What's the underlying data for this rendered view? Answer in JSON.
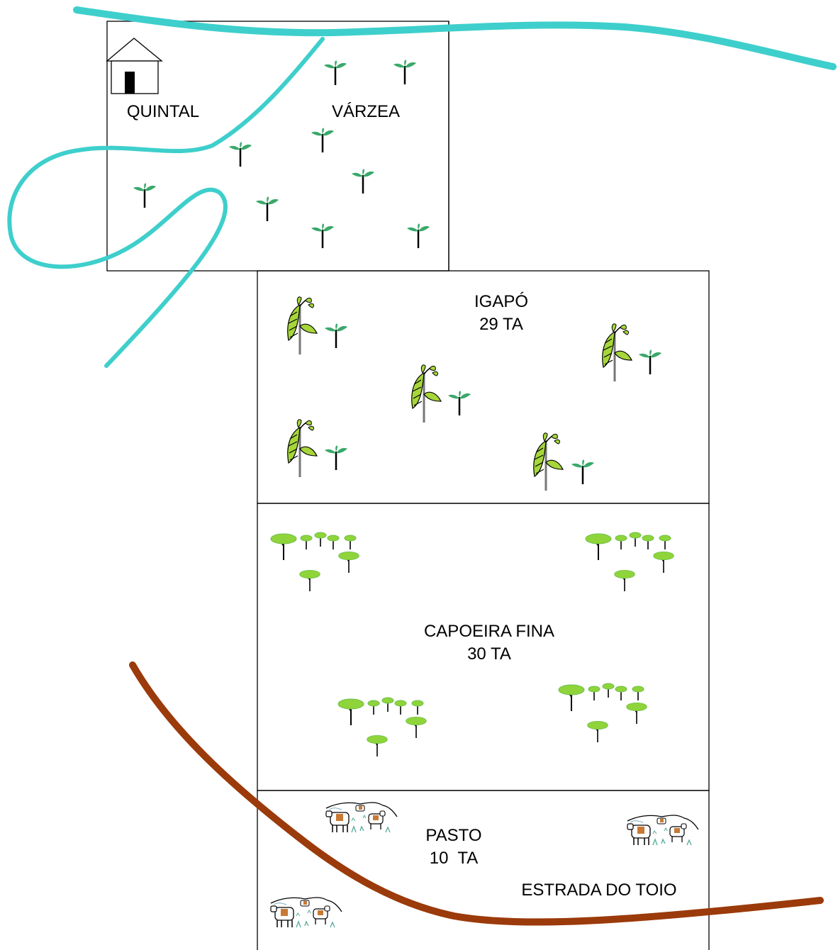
{
  "plots": {
    "quintal": {
      "name": "QUINTAL"
    },
    "varzea": {
      "name": "VÁRZEA"
    },
    "igapo": {
      "name": "IGAPÓ",
      "area": "29 TA"
    },
    "capoeira": {
      "name": "CAPOEIRA FINA",
      "area": "30 TA"
    },
    "pasto": {
      "name": "PASTO",
      "area": "10  TA"
    }
  },
  "road": {
    "name": "ESTRADA DO TOIO",
    "color": "#9b3a0a"
  },
  "river": {
    "color": "#3ecfcc"
  },
  "icons": [
    "house-icon",
    "seedling-icon",
    "palm-tree-icon",
    "acacia-tree-icon",
    "cattle-icon"
  ],
  "colors": {
    "leaf": "#3aa86b",
    "tree_canopy": "#8fd43a",
    "palm_leaf": "#a6d63a"
  }
}
